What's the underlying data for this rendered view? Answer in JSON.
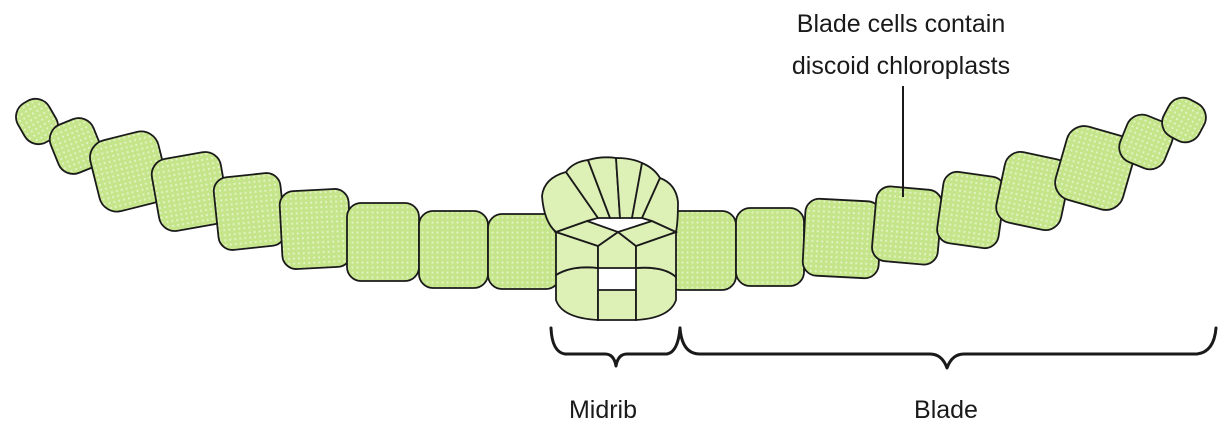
{
  "diagram": {
    "labels": {
      "callout_line1": "Blade cells contain",
      "callout_line2": "discoid chloroplasts",
      "midrib": "Midrib",
      "blade": "Blade"
    },
    "colors": {
      "blade_cell_fill": "#c5e58a",
      "blade_cell_dot": "#e4f3c6",
      "midrib_cell_fill": "#ddf0b6",
      "outline": "#1a1a1a"
    }
  }
}
